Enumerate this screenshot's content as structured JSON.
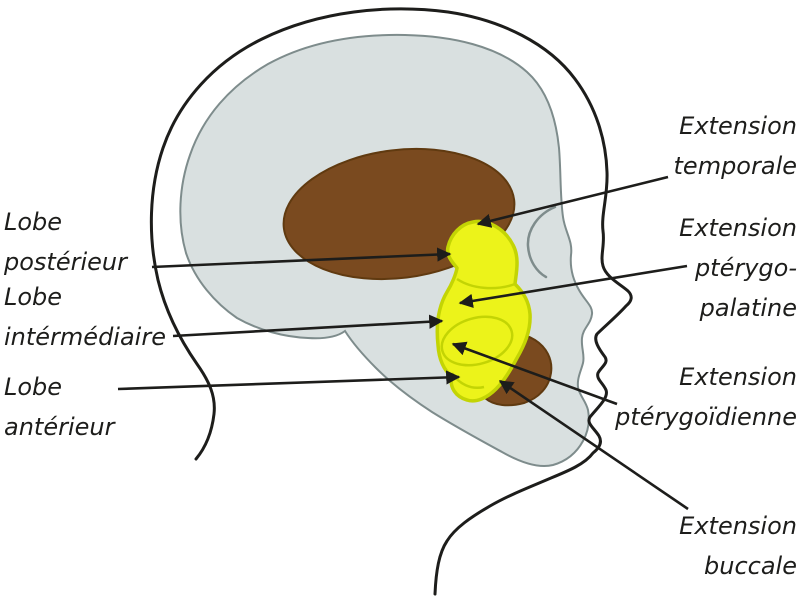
{
  "figure": {
    "kind": "anatomical-diagram",
    "subject": "Head profile with buccal fat pad lobes and extensions (French labels)"
  },
  "labels": {
    "left": [
      {
        "line1": "Lobe",
        "line2": "postérieur"
      },
      {
        "line1": "Lobe",
        "line2": "intérmédiaire"
      },
      {
        "line1": "Lobe",
        "line2": "antérieur"
      }
    ],
    "right": [
      {
        "line1": "Extension",
        "line2": "temporale"
      },
      {
        "line1": "Extension",
        "line2": "ptérygo-",
        "line3": "palatine"
      },
      {
        "line1": "Extension",
        "line2": "ptérygoïdienne"
      },
      {
        "line1": "Extension",
        "line2": "buccale"
      }
    ]
  },
  "colors": {
    "background": "#ffffff",
    "skull_fill": "#d9e0e0",
    "skull_stroke": "#7e8c8c",
    "muscle_brown": "#7a4a1f",
    "muscle_brown_stroke": "#603a10",
    "fat_yellow": "#ecf31a",
    "fat_yellow_stroke": "#c3d404",
    "line_black": "#1d1d1b"
  }
}
